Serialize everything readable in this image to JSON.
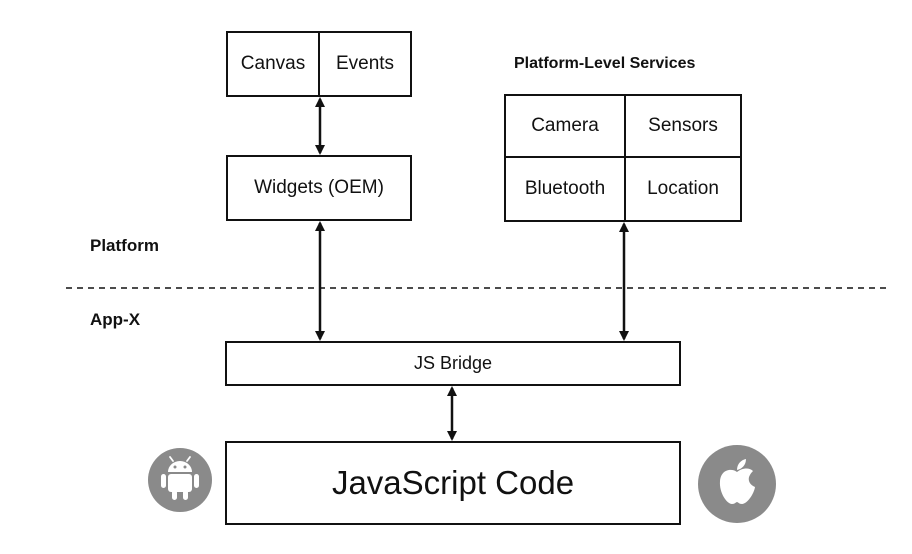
{
  "nodes": {
    "canvas": "Canvas",
    "events": "Events",
    "widgets": "Widgets (OEM)",
    "services_title": "Platform-Level Services",
    "camera": "Camera",
    "sensors": "Sensors",
    "bluetooth": "Bluetooth",
    "location": "Location",
    "js_bridge": "JS Bridge",
    "js_code": "JavaScript Code"
  },
  "layers": {
    "platform": "Platform",
    "appx": "App-X"
  },
  "icons": {
    "left": "android-icon",
    "right": "apple-icon"
  },
  "colors": {
    "stroke": "#111111",
    "icon_gray": "#8a8a8a"
  }
}
